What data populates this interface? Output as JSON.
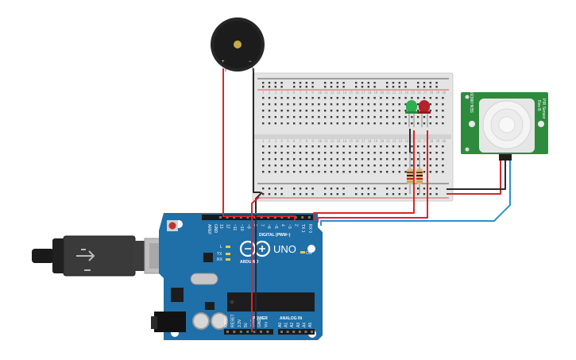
{
  "arduino": {
    "brand": "ARDUINO",
    "model": "UNO",
    "header_digital": "DIGITAL (PWM~)",
    "header_power": "POWER",
    "header_analog": "ANALOG IN",
    "label_l": "L",
    "label_tx": "TX",
    "label_rx": "RX",
    "label_on": "ON",
    "label_aref": "AREF",
    "label_gnd": "GND",
    "digital_pins": [
      "13",
      "12",
      "~11",
      "~10",
      "~9",
      "8",
      "7",
      "~6",
      "~5",
      "4",
      "~3",
      "2",
      "TX 1",
      "RX 0"
    ],
    "power_pins": [
      "IOREF",
      "RESET",
      "3.3V",
      "5V",
      "GND",
      "GND",
      "Vin"
    ],
    "analog_pins": [
      "A0",
      "A1",
      "A2",
      "A3",
      "A4",
      "A5"
    ]
  },
  "buzzer": {
    "plus": "+",
    "minus": "−"
  },
  "pir": {
    "line1": "PIR Sensor",
    "line2": "Rev B",
    "line3": "SEN-08630",
    "line4": "555-28027"
  },
  "colors": {
    "board": "#1f6fa8",
    "breadboard": "#e4e4e4",
    "wire_red": "#d7262b",
    "wire_black": "#2a2a2a",
    "wire_blue": "#2f8fd1",
    "pir_board": "#2e8b3e",
    "led_green": "#2fae4f",
    "led_red": "#b5222a"
  }
}
